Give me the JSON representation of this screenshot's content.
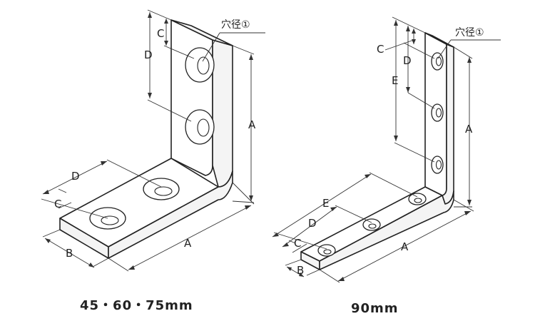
{
  "left_figure": {
    "caption": "45・60・75mm",
    "labels": {
      "A_vertical": "A",
      "A_horizontal": "A",
      "B": "B",
      "C_vertical": "C",
      "C_horizontal": "C",
      "D_vertical": "D",
      "D_horizontal": "D"
    },
    "hole_label": "穴径①"
  },
  "right_figure": {
    "caption": "90mm",
    "labels": {
      "A_vertical": "A",
      "A_horizontal": "A",
      "B": "B",
      "C_vertical": "C",
      "C_horizontal": "C",
      "D_vertical": "D",
      "D_horizontal": "D",
      "E_vertical": "E",
      "E_horizontal": "E"
    },
    "hole_label": "穴径①"
  }
}
